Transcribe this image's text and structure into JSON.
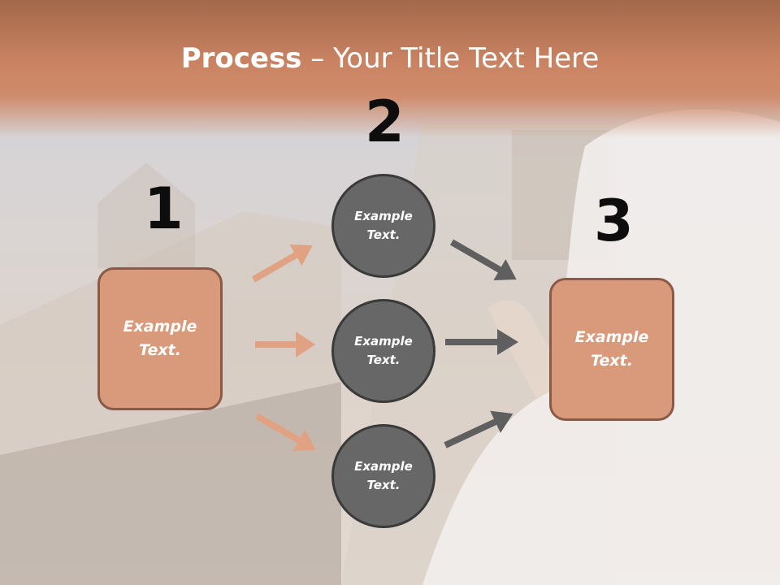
{
  "slide": {
    "title_bold": "Process",
    "title_rest": " – Your Title Text Here"
  },
  "steps": {
    "one": {
      "number": "1",
      "text_line1": "Example",
      "text_line2": "Text."
    },
    "two": {
      "number": "2"
    },
    "three": {
      "number": "3",
      "text_line1": "Example",
      "text_line2": "Text."
    }
  },
  "circles": [
    {
      "text_line1": "Example",
      "text_line2": "Text."
    },
    {
      "text_line1": "Example",
      "text_line2": "Text."
    },
    {
      "text_line1": "Example",
      "text_line2": "Text."
    }
  ],
  "colors": {
    "header": "#c98362",
    "box_fill": "#d99a7c",
    "circle_fill": "#676767",
    "left_arrows": "#e0a282",
    "right_arrows": "#5f5f5f"
  }
}
